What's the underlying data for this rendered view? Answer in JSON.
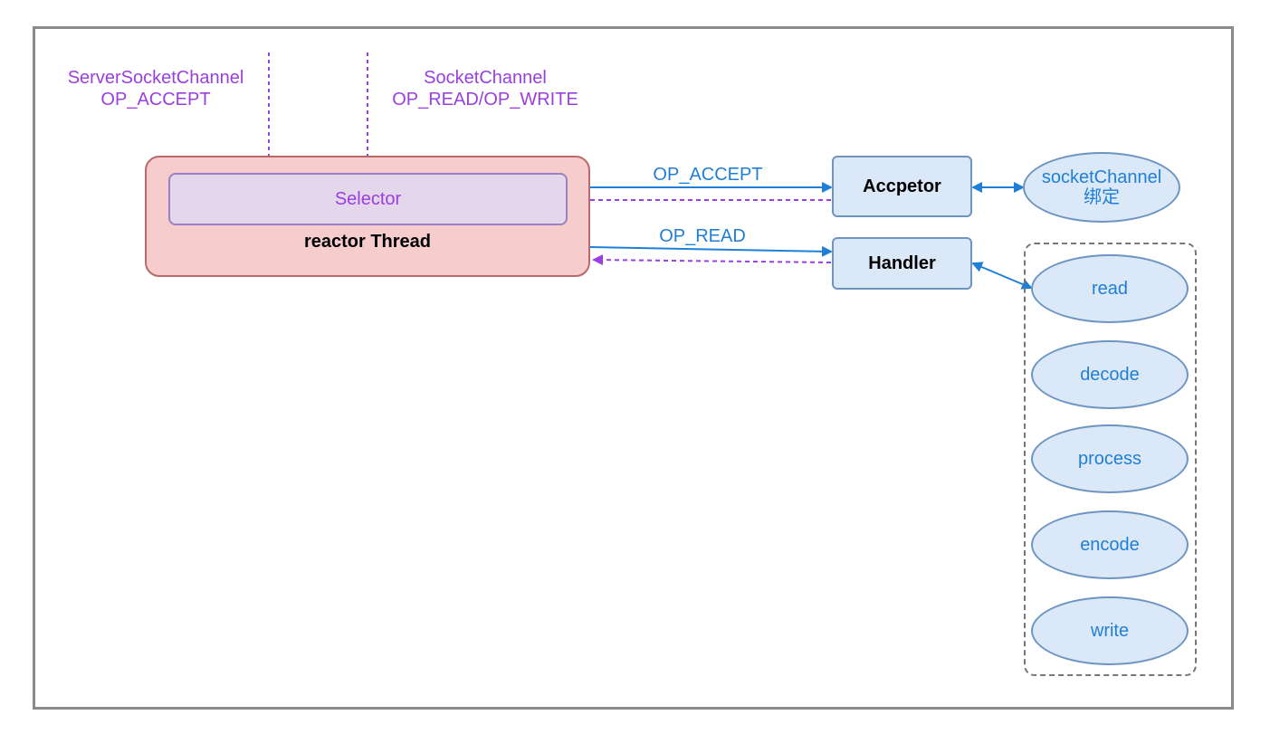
{
  "inputs": {
    "server": {
      "line1": "ServerSocketChannel",
      "line2": "OP_ACCEPT"
    },
    "socket": {
      "line1": "SocketChannel",
      "line2": "OP_READ/OP_WRITE"
    }
  },
  "reactor": {
    "selector_label": "Selector",
    "thread_label": "reactor Thread"
  },
  "edges": {
    "accept_label": "OP_ACCEPT",
    "read_label": "OP_READ"
  },
  "acceptor": {
    "label": "Accpetor"
  },
  "handler": {
    "label": "Handler"
  },
  "bind_node": {
    "line1": "socketChannel",
    "line2": "绑定"
  },
  "handler_steps": [
    "read",
    "decode",
    "process",
    "encode",
    "write"
  ],
  "colors": {
    "purple": "#9a3fe0",
    "blue": "#1f7fd6",
    "reactor_fill": "#f6cccc",
    "selector_fill": "#e4d6eb",
    "node_fill": "#dbe8f7"
  }
}
